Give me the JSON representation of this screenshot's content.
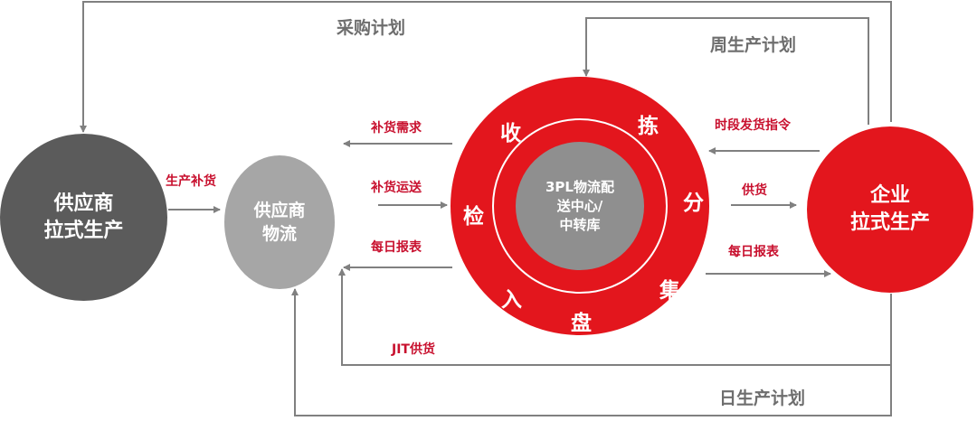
{
  "colors": {
    "red": "#e3161d",
    "dark_red_text": "#c8102e",
    "dark_gray": "#5b5b5b",
    "mid_gray": "#8f8f8f",
    "light_gray": "#a6a6a6",
    "line_gray": "#808080",
    "white": "#ffffff"
  },
  "nodes": {
    "supplier_pull": {
      "line1": "供应商",
      "line2": "拉式生产"
    },
    "supplier_logistics": {
      "line1": "供应商",
      "line2": "物流"
    },
    "center": {
      "line1": "3PL物流配",
      "line2": "送中心/",
      "line3": "中转库"
    },
    "enterprise_pull": {
      "line1": "企业",
      "line2": "拉式生产"
    }
  },
  "ring_steps": {
    "receive": "收",
    "pick": "拣",
    "sort": "分",
    "gather": "集",
    "count": "盘",
    "store": "入",
    "inspect": "检"
  },
  "flows": {
    "purchase_plan": "采购计划",
    "weekly_plan": "周生产计划",
    "daily_plan": "日生产计划",
    "production_replenish": "生产补货",
    "replenish_demand": "补货需求",
    "replenish_delivery": "补货运送",
    "daily_report_left": "每日报表",
    "time_slot_dispatch": "时段发货指令",
    "supply": "供货",
    "daily_report_right": "每日报表",
    "jit_supply": "JIT供货"
  }
}
